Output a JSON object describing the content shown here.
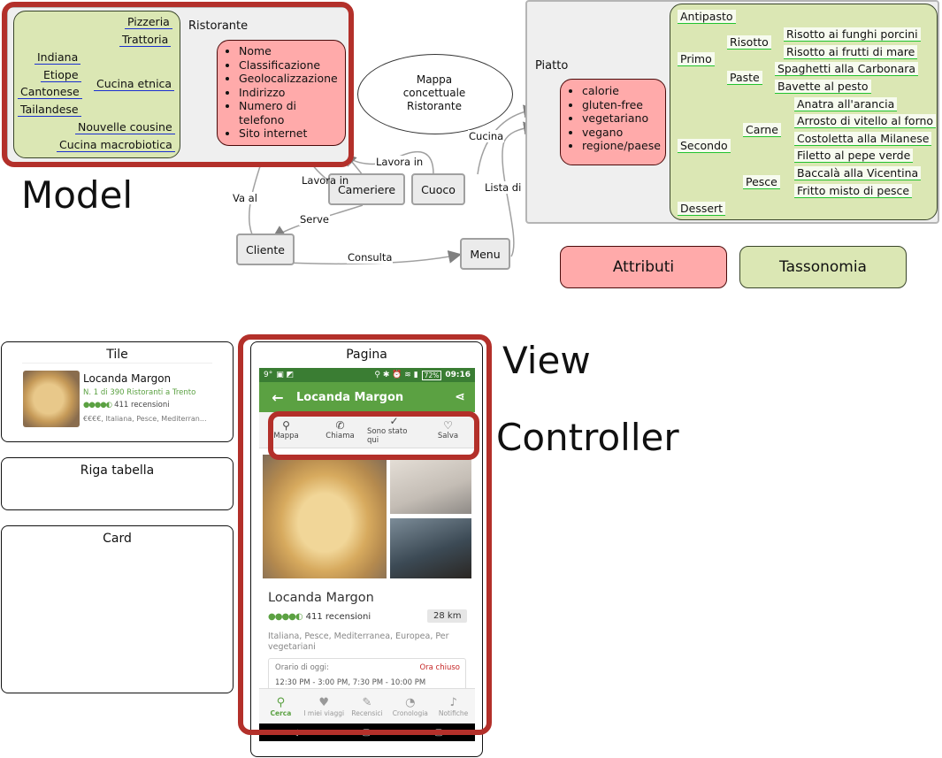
{
  "model": {
    "label": "Model",
    "restaurant": {
      "root": "Ristorante",
      "taxonomy": [
        {
          "key": "pizzeria",
          "text": "Pizzeria"
        },
        {
          "key": "trattoria",
          "text": "Trattoria"
        },
        {
          "key": "indiana",
          "text": "Indiana"
        },
        {
          "key": "etiope",
          "text": "Etiope"
        },
        {
          "key": "cantonese",
          "text": "Cantonese"
        },
        {
          "key": "tailandese",
          "text": "Tailandese"
        },
        {
          "key": "etnica",
          "text": "Cucina etnica"
        },
        {
          "key": "nouvelle",
          "text": "Nouvelle cousine"
        },
        {
          "key": "macro",
          "text": "Cucina macrobiotica"
        }
      ],
      "attributes": [
        "Nome",
        "Classificazione",
        "Geolocalizzazione",
        "Indirizzo",
        "Numero di telefono",
        "Sito internet"
      ]
    },
    "concept_map": "Mappa concettuale Ristorante",
    "nodes": {
      "cameriere": "Cameriere",
      "cuoco": "Cuoco",
      "cliente": "Cliente",
      "menu": "Menu"
    },
    "edges": {
      "lavora1": "Lavora in",
      "lavora2": "Lavora in",
      "va_al": "Va al",
      "serve": "Serve",
      "consulta": "Consulta",
      "cucina": "Cucina",
      "lista_di": "Lista di"
    },
    "dish": {
      "root": "Piatto",
      "attributes": [
        "calorie",
        "gluten-free",
        "vegetariano",
        "vegano",
        "regione/paese"
      ],
      "taxonomy": [
        {
          "key": "antipasto",
          "text": "Antipasto"
        },
        {
          "key": "primo",
          "text": "Primo"
        },
        {
          "key": "risotto",
          "text": "Risotto"
        },
        {
          "key": "porcini",
          "text": "Risotto ai funghi porcini"
        },
        {
          "key": "frutti",
          "text": "Risotto ai frutti di mare"
        },
        {
          "key": "paste",
          "text": "Paste"
        },
        {
          "key": "carbonara",
          "text": "Spaghetti alla Carbonara"
        },
        {
          "key": "bavette",
          "text": "Bavette al pesto"
        },
        {
          "key": "secondo",
          "text": "Secondo"
        },
        {
          "key": "carne",
          "text": "Carne"
        },
        {
          "key": "anatra",
          "text": "Anatra all'arancia"
        },
        {
          "key": "arrosto",
          "text": "Arrosto di vitello al forno"
        },
        {
          "key": "costoletta",
          "text": "Costoletta alla Milanese"
        },
        {
          "key": "filetto",
          "text": "Filetto al pepe verde"
        },
        {
          "key": "pesce",
          "text": "Pesce"
        },
        {
          "key": "baccala",
          "text": "Baccalà alla Vicentina"
        },
        {
          "key": "fritto",
          "text": "Fritto misto di pesce"
        },
        {
          "key": "dessert",
          "text": "Dessert"
        }
      ]
    },
    "legend": {
      "attributes": "Attributi",
      "taxonomy": "Tassonomia"
    },
    "colors": {
      "attr_fill": "#ffaaaa",
      "tax_fill": "#dbe7b4",
      "highlight": "#b3302a",
      "blue_link": "#1a2fd1",
      "green_link": "#22c32e"
    }
  },
  "view": {
    "label": "View",
    "controller_label": "Controller",
    "tile": {
      "title": "Tile",
      "name": "Locanda Margon",
      "rank": "N. 1 di 390 Ristoranti a Trento",
      "reviews": "411 recensioni",
      "tags": "€€€€, Italiana, Pesce, Mediterran..."
    },
    "row_title": "Riga tabella",
    "card_title": "Card",
    "page": {
      "title": "Pagina",
      "status_left": "9°",
      "battery": "72%",
      "time": "09:16",
      "appbar_title": "Locanda Margon",
      "actions": [
        {
          "icon": "map-pin-icon",
          "label": "Mappa"
        },
        {
          "icon": "phone-icon",
          "label": "Chiama"
        },
        {
          "icon": "check-icon",
          "label": "Sono stato qui"
        },
        {
          "icon": "heart-icon",
          "label": "Salva"
        }
      ],
      "name": "Locanda Margon",
      "reviews": "411 recensioni",
      "distance": "28 km",
      "cuisine": "Italiana, Pesce, Mediterranea, Europea, Per vegetariani",
      "hours_label": "Orario di oggi:",
      "hours_status": "Ora chiuso",
      "hours": "12:30 PM - 3:00 PM, 7:30 PM - 10:00 PM",
      "nav": [
        {
          "icon": "search-icon",
          "label": "Cerca"
        },
        {
          "icon": "heart-icon",
          "label": "I miei viaggi"
        },
        {
          "icon": "edit-icon",
          "label": "Recensici"
        },
        {
          "icon": "history-icon",
          "label": "Cronologia"
        },
        {
          "icon": "bell-icon",
          "label": "Notifiche"
        }
      ]
    }
  }
}
